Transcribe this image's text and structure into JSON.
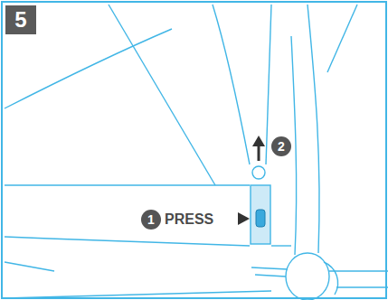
{
  "diagram": {
    "nodes": [
      {
        "text": [
          "5"
        ]
      }
    ],
    "labels": [
      "2",
      "1",
      "PRESS"
    ]
  }
}
